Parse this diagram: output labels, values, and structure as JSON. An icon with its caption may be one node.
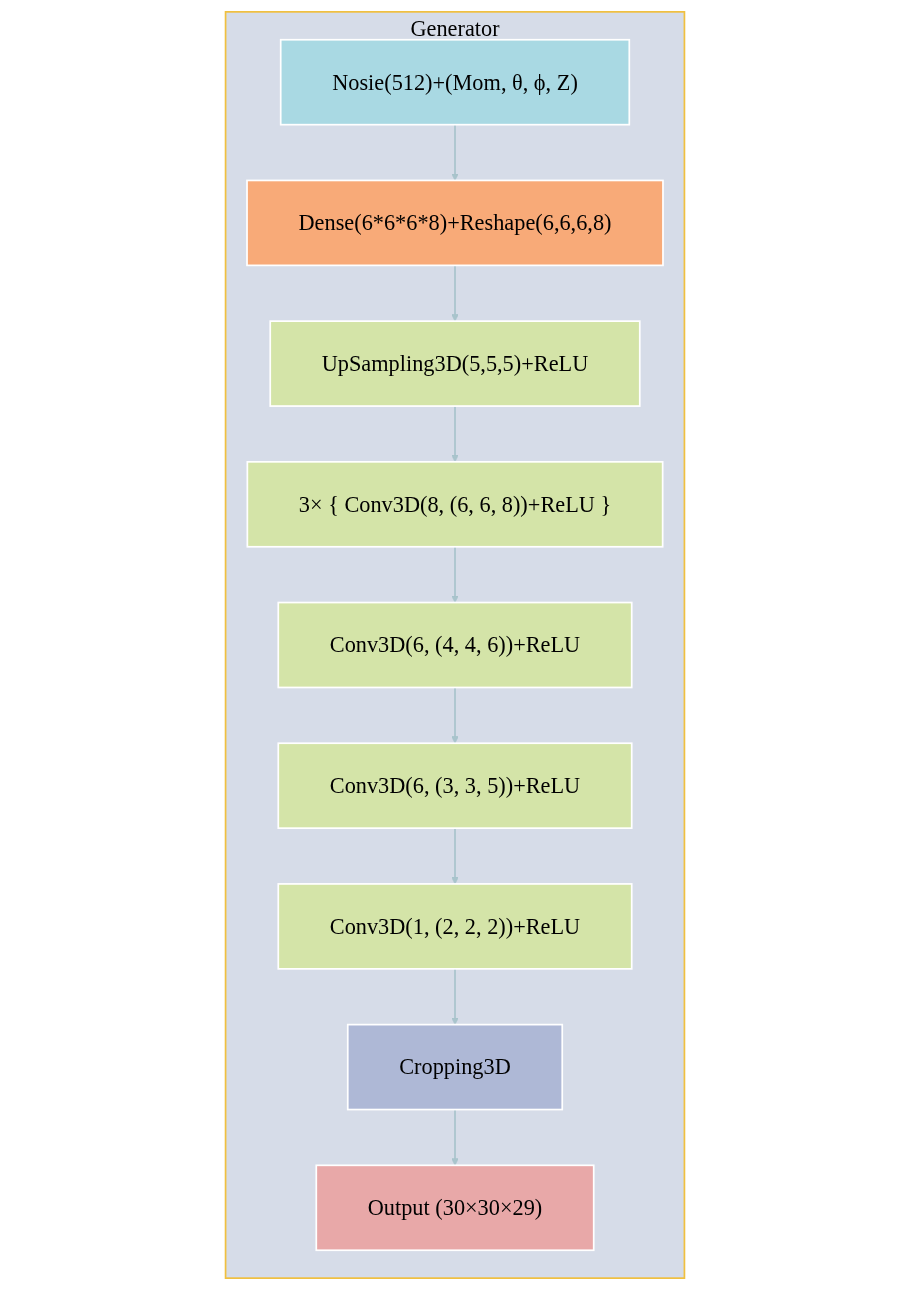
{
  "diagram": {
    "nodes": [
      {
        "text": [
          "Generator"
        ]
      },
      {
        "text": [
          "Nosie(512)+(Mom, θ, ϕ, Z)"
        ],
        "in": 0
      },
      {
        "text": [
          "Dense(6*6*6*8)+Reshape(6,6,6,8)"
        ],
        "in": 0
      },
      {
        "text": [
          "UpSampling3D(5,5,5)+ReLU"
        ],
        "in": 0
      },
      {
        "text": [
          "3× { Conv3D(8, (6, 6, 8))+ReLU }"
        ],
        "in": 0
      },
      {
        "text": [
          "Conv3D(6, (4, 4, 6))+ReLU"
        ],
        "in": 0
      },
      {
        "text": [
          "Conv3D(6, (3, 3, 5))+ReLU"
        ],
        "in": 0
      },
      {
        "text": [
          "Conv3D(1, (2, 2, 2))+ReLU"
        ],
        "in": 0
      },
      {
        "text": [
          "Cropping3D"
        ],
        "in": 0
      },
      {
        "text": [
          "Output (30×30×29)"
        ],
        "in": 0
      }
    ],
    "edges": [
      {
        "from": 1,
        "to": 2,
        "arrow": "to"
      },
      {
        "from": 2,
        "to": 3,
        "arrow": "to"
      },
      {
        "from": 3,
        "to": 4,
        "arrow": "to"
      },
      {
        "from": 4,
        "to": 5,
        "arrow": "to"
      },
      {
        "from": 5,
        "to": 6,
        "arrow": "to"
      },
      {
        "from": 6,
        "to": 7,
        "arrow": "to"
      },
      {
        "from": 7,
        "to": 8,
        "arrow": "to"
      },
      {
        "from": 8,
        "to": 9,
        "arrow": "to"
      }
    ]
  }
}
